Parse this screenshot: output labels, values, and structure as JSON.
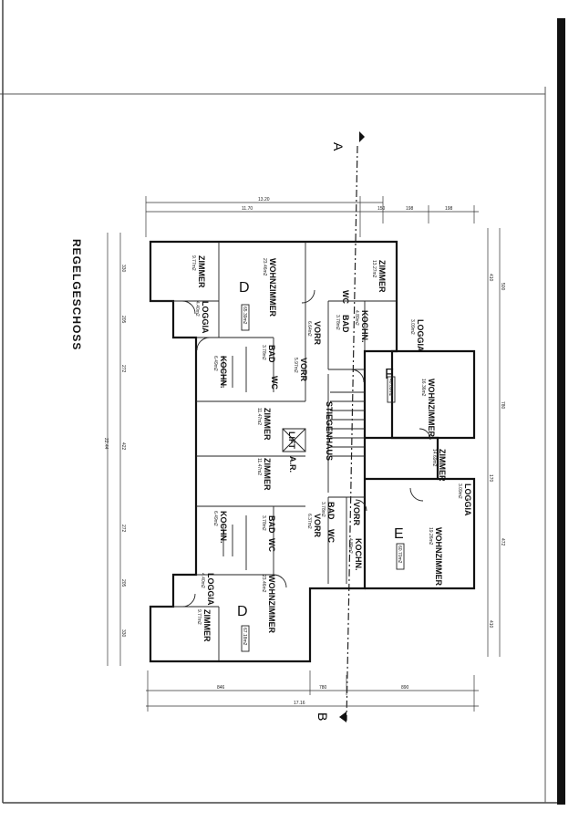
{
  "title": "REGELGESCHOSS",
  "section_markers": [
    "A",
    "B"
  ],
  "overall_dims": {
    "width_top": "13.20",
    "width_bottom": "17.16",
    "height": "22.44"
  },
  "top_dims": [
    "11.70",
    "150",
    "198",
    "198"
  ],
  "bottom_dims": [
    "846",
    "780",
    "890"
  ],
  "left_dims": [
    "330",
    "205",
    "272",
    "422",
    "272",
    "205",
    "330"
  ],
  "right_dims": [
    "410",
    "500",
    "780",
    "170",
    "472",
    "410"
  ],
  "units": [
    {
      "id": "D",
      "area": "65.39m2"
    },
    {
      "id": "F",
      "area": "48.09m2"
    },
    {
      "id": "E",
      "area": "60.70m2"
    },
    {
      "id": "D",
      "area": "67.18m2"
    }
  ],
  "rooms": [
    {
      "name": "ZIMMER",
      "area": "9.77m2"
    },
    {
      "name": "LOGGIA",
      "area": "4.40m2"
    },
    {
      "name": "WOHNZIMMER",
      "area": "23.46m2"
    },
    {
      "name": "KOCHN.",
      "area": "6.49m2"
    },
    {
      "name": "BAD",
      "area": "3.78m2"
    },
    {
      "name": "WC",
      "area": ""
    },
    {
      "name": "VORR",
      "area": "5.97m2"
    },
    {
      "name": "ZIMMER",
      "area": "13.27m2"
    },
    {
      "name": "KOCHN.",
      "area": "4.89m2"
    },
    {
      "name": "BAD",
      "area": "3.78m2"
    },
    {
      "name": "WC",
      "area": ""
    },
    {
      "name": "VORR",
      "area": "6.64m2"
    },
    {
      "name": "LOGGIA",
      "area": "3.09m2"
    },
    {
      "name": "WOHNZIMMER",
      "area": "16.36m2"
    },
    {
      "name": "ZIMMER",
      "area": "11.47m2"
    },
    {
      "name": "LIFT",
      "area": ""
    },
    {
      "name": "A.R.",
      "area": ""
    },
    {
      "name": "ZIMMER",
      "area": "11.47m2"
    },
    {
      "name": "STIEGENHAUS",
      "area": ""
    },
    {
      "name": "ZIMMER",
      "area": "14.69m2"
    },
    {
      "name": "LOGGIA",
      "area": "3.09m2"
    },
    {
      "name": "VORR",
      "area": "6.37m2"
    },
    {
      "name": "KOCHN.",
      "area": "6.49m2"
    },
    {
      "name": "BAD",
      "area": "3.78m2"
    },
    {
      "name": "WC",
      "area": ""
    },
    {
      "name": "VORR",
      "area": ""
    },
    {
      "name": "BAD",
      "area": "3.78m2"
    },
    {
      "name": "WC",
      "area": ""
    },
    {
      "name": "KOCHN.",
      "area": "4.89m2"
    },
    {
      "name": "WOHNZIMMER",
      "area": "19.26m2"
    },
    {
      "name": "LOGGIA",
      "area": "4.40m2"
    },
    {
      "name": "ZIMMER",
      "area": "9.77m2"
    },
    {
      "name": "WOHNZIMMER",
      "area": "23.46m2"
    }
  ]
}
